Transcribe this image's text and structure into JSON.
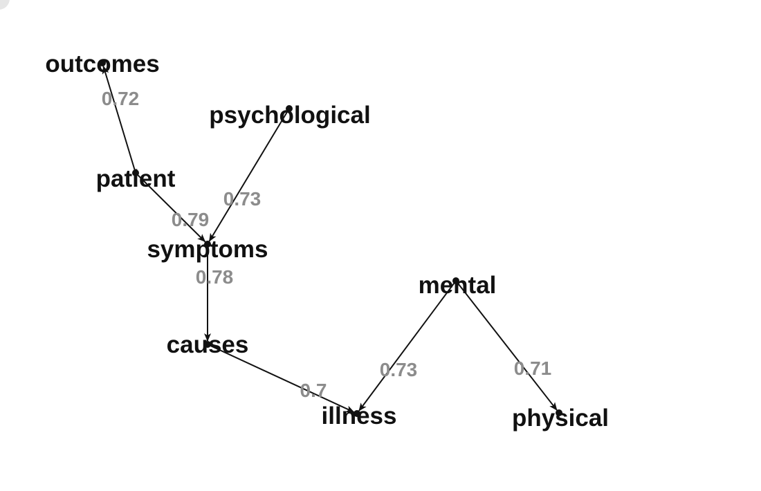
{
  "nodes": [
    {
      "id": "outcomes",
      "label": "outcomes"
    },
    {
      "id": "psychological",
      "label": "psychological"
    },
    {
      "id": "patient",
      "label": "patient"
    },
    {
      "id": "symptoms",
      "label": "symptoms"
    },
    {
      "id": "mental",
      "label": "mental"
    },
    {
      "id": "causes",
      "label": "causes"
    },
    {
      "id": "illness",
      "label": "illness"
    },
    {
      "id": "physical",
      "label": "physical"
    }
  ],
  "edges": [
    {
      "from": "patient",
      "to": "outcomes",
      "weight": "0.72"
    },
    {
      "from": "psychological",
      "to": "symptoms",
      "weight": "0.73"
    },
    {
      "from": "patient",
      "to": "symptoms",
      "weight": "0.79"
    },
    {
      "from": "symptoms",
      "to": "causes",
      "weight": "0.78"
    },
    {
      "from": "causes",
      "to": "illness",
      "weight": "0.7"
    },
    {
      "from": "mental",
      "to": "illness",
      "weight": "0.73"
    },
    {
      "from": "mental",
      "to": "physical",
      "weight": "0.71"
    }
  ],
  "colors": {
    "node": "#111111",
    "edge": "#111111",
    "edge_label": "#8c8c8c",
    "background": "#ffffff"
  }
}
